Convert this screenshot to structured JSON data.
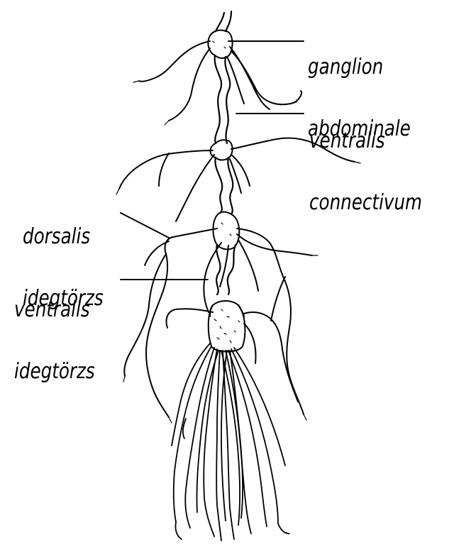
{
  "labels": {
    "ganglion_abdominale": [
      "ganglion",
      "abdominale"
    ],
    "ventralis_connectivum": [
      "ventralis",
      "connectivum"
    ],
    "dorsalis_idegtorzs": [
      "dorsalis",
      "idegtörzs"
    ],
    "ventralis_idegtorzs": [
      "ventralis",
      "idegtörzs"
    ]
  },
  "colors": {
    "ink": "#000000",
    "background": "#ffffff"
  }
}
